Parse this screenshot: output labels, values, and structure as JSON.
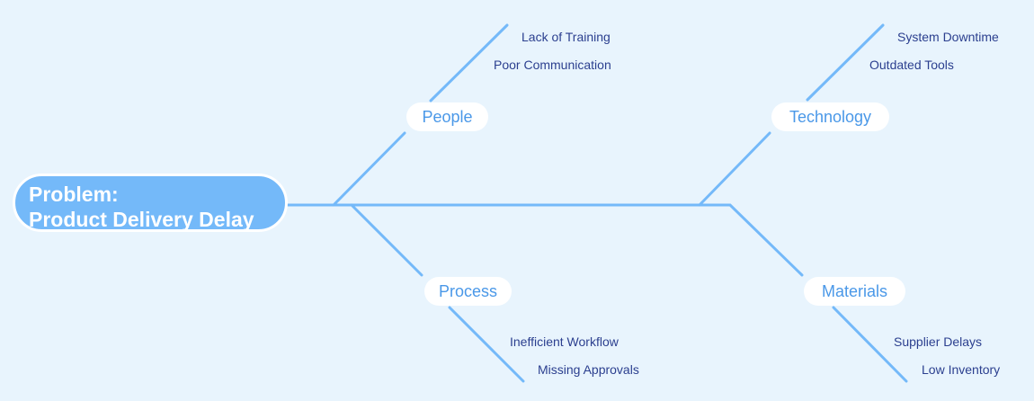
{
  "diagram": {
    "type": "fishbone",
    "line_color": "#74b9f9",
    "background_color": "#e8f4fd",
    "problem": {
      "line1": "Problem:",
      "line2": "Product Delivery Delay",
      "color": "#74b9f9"
    },
    "categories": [
      {
        "label": "People",
        "causes": [
          "Lack of Training",
          "Poor Communication"
        ]
      },
      {
        "label": "Technology",
        "causes": [
          "System Downtime",
          "Outdated Tools"
        ]
      },
      {
        "label": "Process",
        "causes": [
          "Inefficient Workflow",
          "Missing Approvals"
        ]
      },
      {
        "label": "Materials",
        "causes": [
          "Supplier Delays",
          "Low Inventory"
        ]
      }
    ]
  }
}
